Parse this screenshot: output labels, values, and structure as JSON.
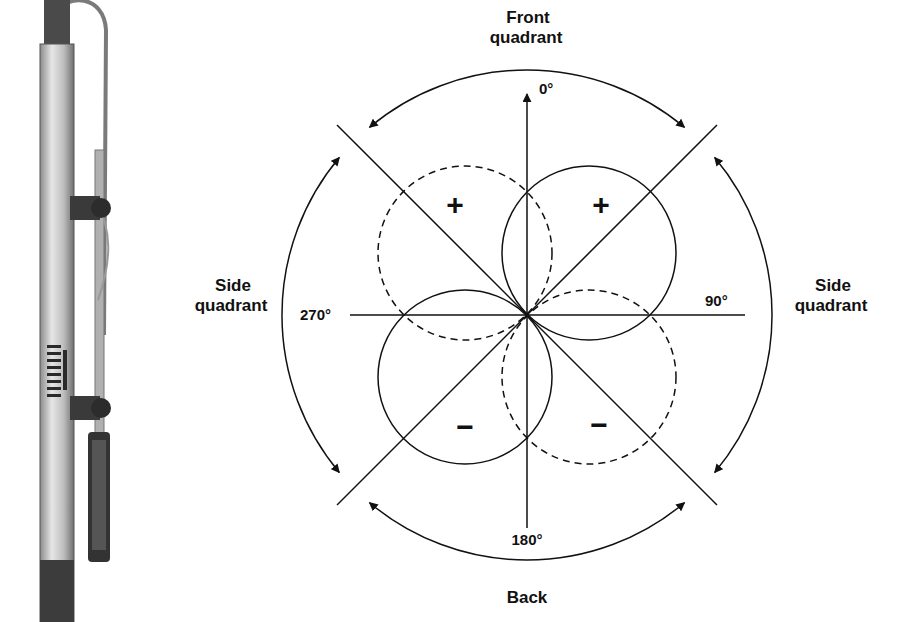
{
  "diagram": {
    "nodes": [
      {
        "text": [
          "+"
        ]
      },
      {
        "text": [
          "+"
        ]
      },
      {
        "text": [
          "−"
        ]
      },
      {
        "text": [
          "−"
        ]
      }
    ],
    "labels": [
      "Front quadrant",
      "0°",
      "Side quadrant",
      "270°",
      "90°",
      "Side quadrant",
      "180°",
      "Back"
    ]
  }
}
